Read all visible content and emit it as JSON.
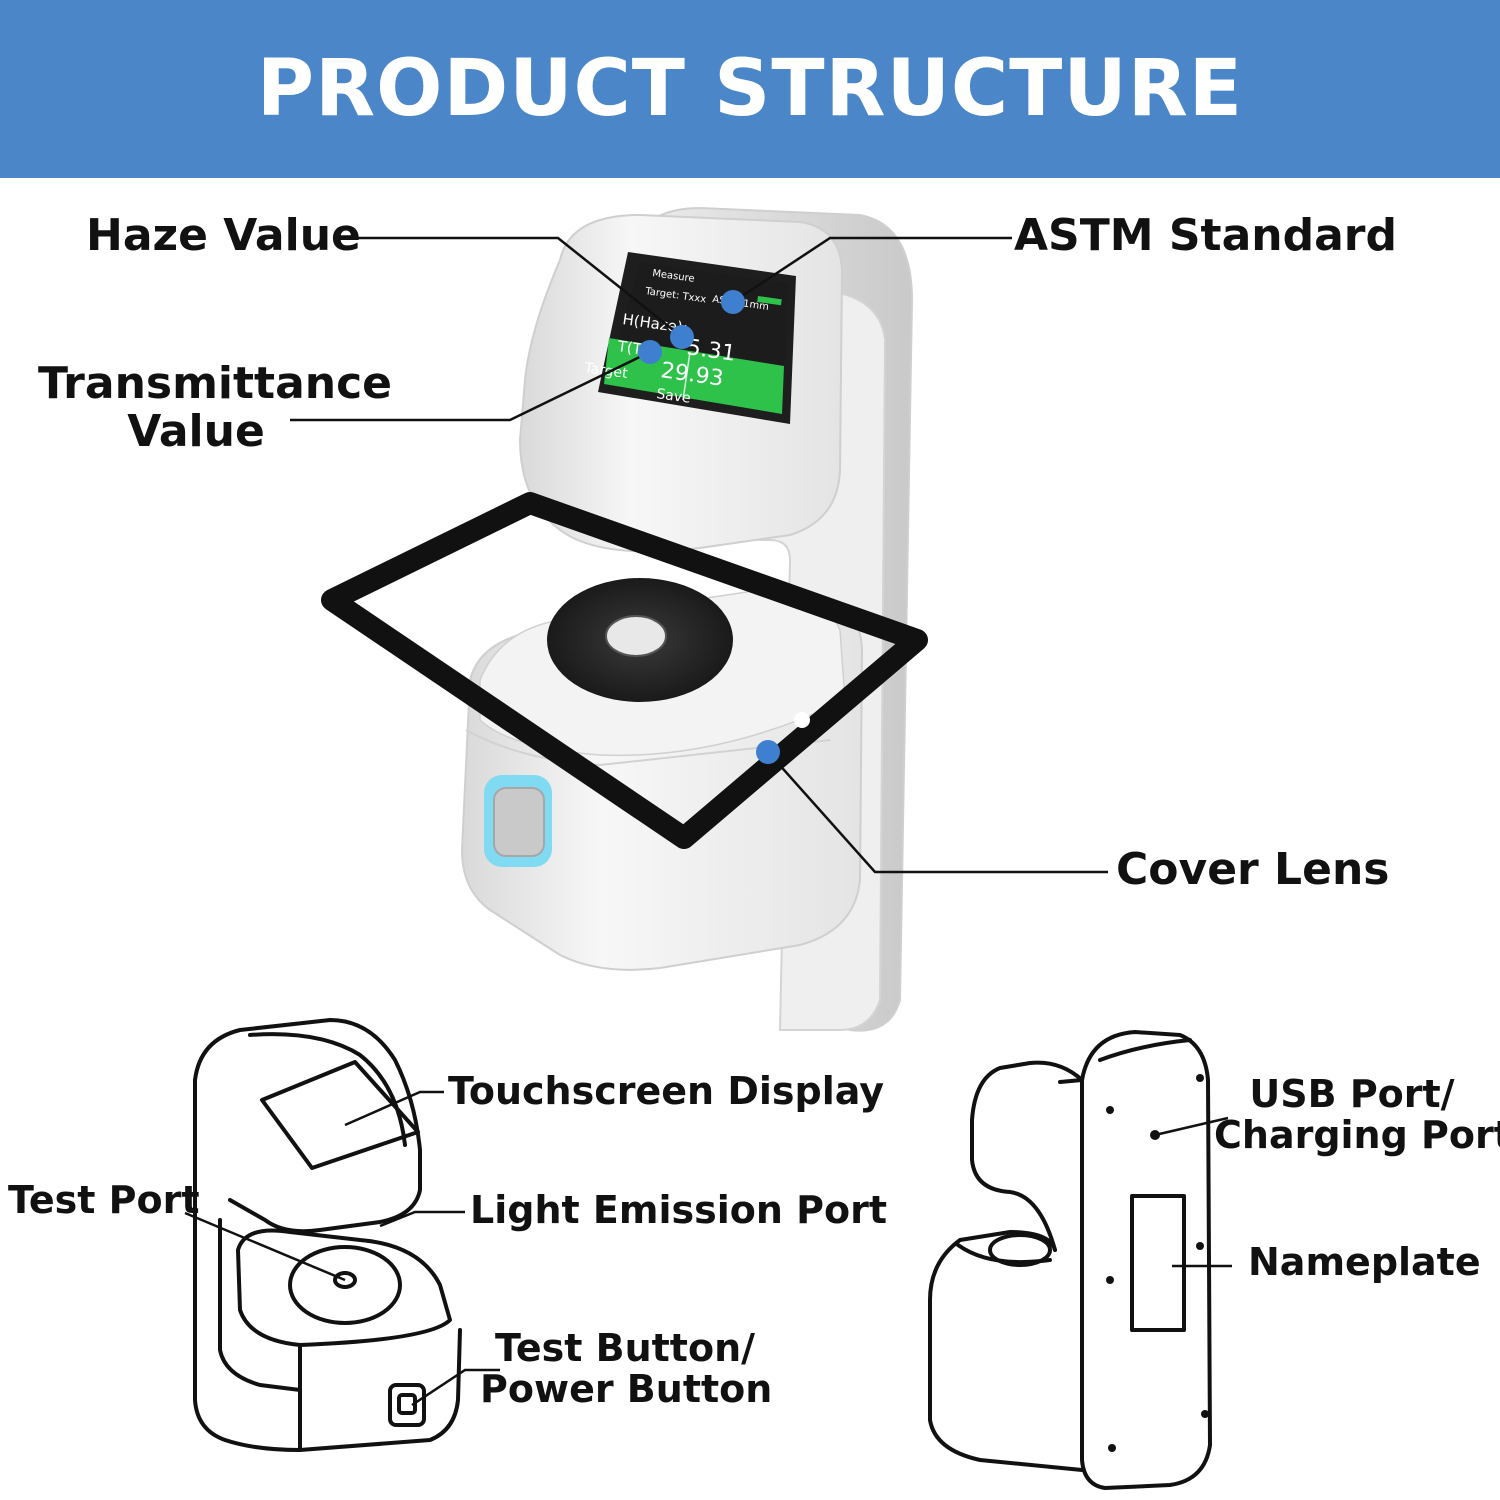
{
  "banner": {
    "title": "PRODUCT STRUCTURE"
  },
  "callouts_top": {
    "haze_value": "Haze Value",
    "astm_standard": "ASTM Standard",
    "transmittance_line1": "Transmittance",
    "transmittance_line2": "Value",
    "cover_lens": "Cover Lens"
  },
  "device_screen": {
    "back_label": "Measure",
    "target_label": "Target: Txxx",
    "status_label": "ASTM 1mm",
    "haze_label": "H(Haze):",
    "haze_reading": "5.31",
    "trans_label": "T(TR)",
    "trans_reading": "29.93",
    "btn_target": "Target",
    "btn_save": "Save"
  },
  "callouts_bottom_left": {
    "touchscreen_display": "Touchscreen Display",
    "test_port": "Test Port",
    "light_emission_port": "Light Emission Port",
    "test_button_line1": "Test Button/",
    "test_button_line2": "Power Button"
  },
  "callouts_bottom_right": {
    "usb_line1": "USB Port/",
    "usb_line2": "Charging Port",
    "nameplate": "Nameplate"
  },
  "colors": {
    "banner": "#4a86c8",
    "marker": "#3f7fd0",
    "screen_green": "#2fc24a",
    "port_glow": "#6fd0ee"
  }
}
